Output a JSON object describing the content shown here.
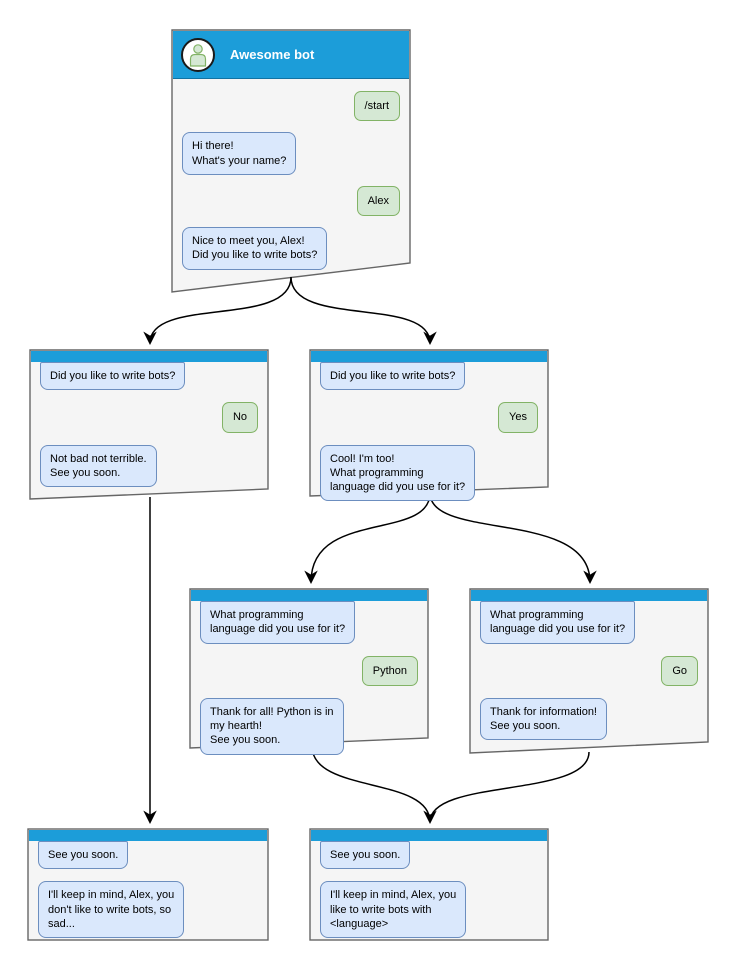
{
  "diagram": {
    "kind": "chatbot-conversation-flow",
    "colors": {
      "header_blue": "#1c9dd9",
      "node_fill": "#f5f5f5",
      "node_border": "#666666",
      "bot_bubble_fill": "#dae8fc",
      "bot_bubble_border": "#6c8ebf",
      "user_bubble_fill": "#d5e8d4",
      "user_bubble_border": "#82b366"
    }
  },
  "nodes": {
    "root": {
      "title": "Awesome bot",
      "avatar": "person-icon",
      "m0": "/start",
      "m1": "Hi there!\nWhat's your name?",
      "m2": "Alex",
      "m3": "Nice to meet you, Alex!\nDid you like to write bots?"
    },
    "no": {
      "m0": "Did you like to write bots?",
      "m1": "No",
      "m2": "Not bad not terrible.\nSee you soon."
    },
    "yes": {
      "m0": "Did you like to write bots?",
      "m1": "Yes",
      "m2": "Cool! I'm too!\nWhat programming\nlanguage did you use for it?"
    },
    "python": {
      "m0": "What programming\nlanguage did you use for it?",
      "m1": "Python",
      "m2": "Thank for all! Python is in\nmy hearth!\nSee you soon."
    },
    "go": {
      "m0": "What programming\nlanguage did you use for it?",
      "m1": "Go",
      "m2": "Thank for information!\nSee you soon."
    },
    "end_no": {
      "m0": "See you soon.",
      "m1": "I'll keep in mind, Alex, you\ndon't like to write bots, so\nsad..."
    },
    "end_yes": {
      "m0": "See you soon.",
      "m1": "I'll keep in mind, Alex, you\nlike to write bots with\n<language>"
    }
  }
}
